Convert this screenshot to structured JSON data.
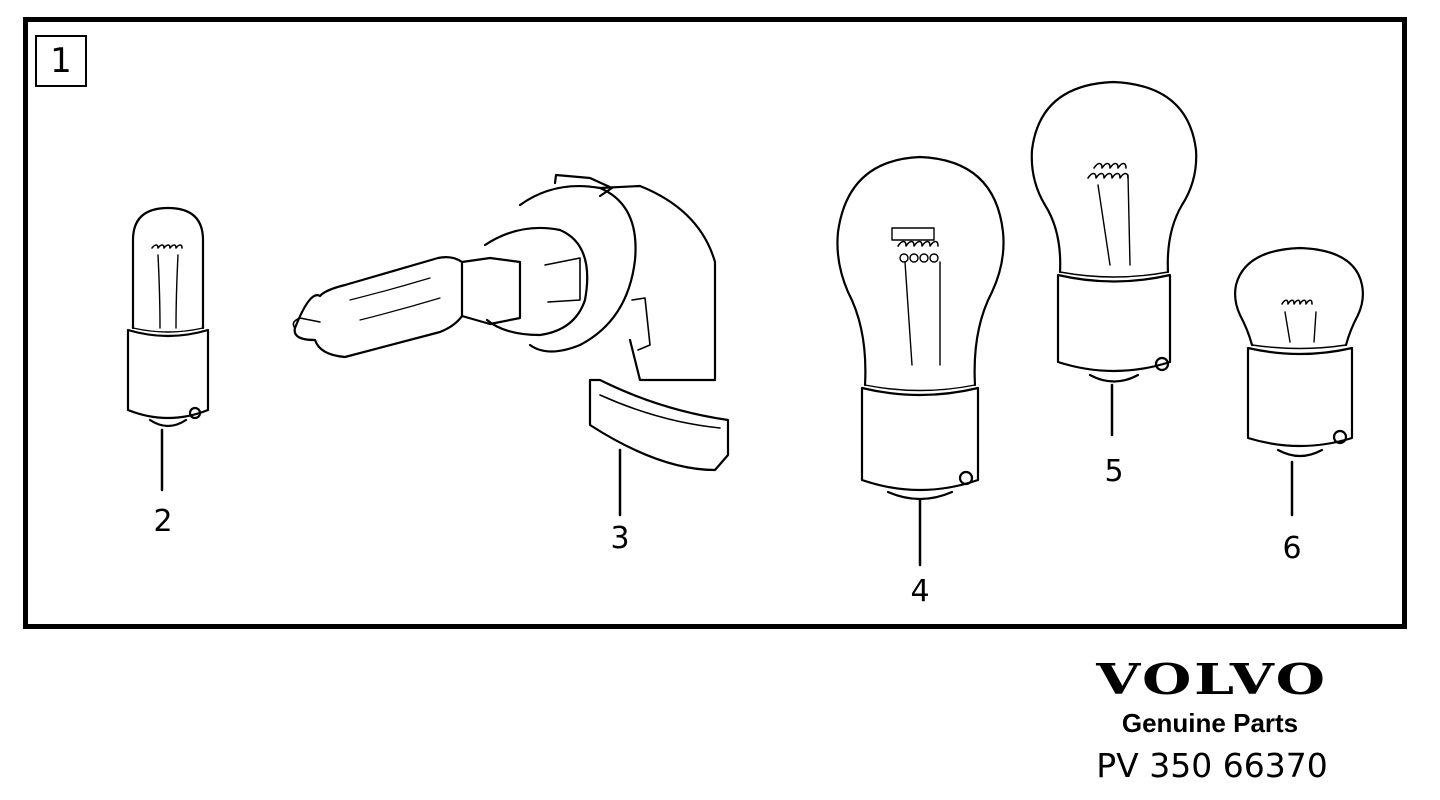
{
  "diagram": {
    "index_label": "1",
    "callouts": [
      "2",
      "3",
      "4",
      "5",
      "6"
    ]
  },
  "branding": {
    "logo_text": "VOLVO",
    "tagline": "Genuine Parts",
    "part_number": "PV 350 66370"
  },
  "colors": {
    "ink": "#000000",
    "paper": "#ffffff"
  }
}
